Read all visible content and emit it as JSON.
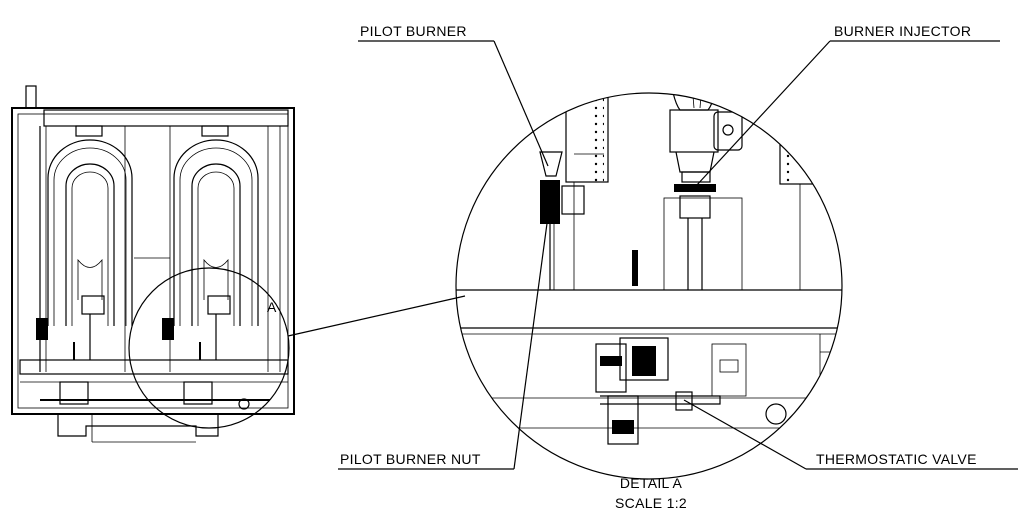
{
  "labels": {
    "pilot_burner": "PILOT BURNER",
    "burner_injector": "BURNER INJECTOR",
    "pilot_burner_nut": "PILOT BURNER NUT",
    "thermostatic_valve": "THERMOSTATIC VALVE",
    "detail_marker": "A",
    "detail_title": "DETAIL A",
    "detail_scale": "SCALE 1:2"
  }
}
